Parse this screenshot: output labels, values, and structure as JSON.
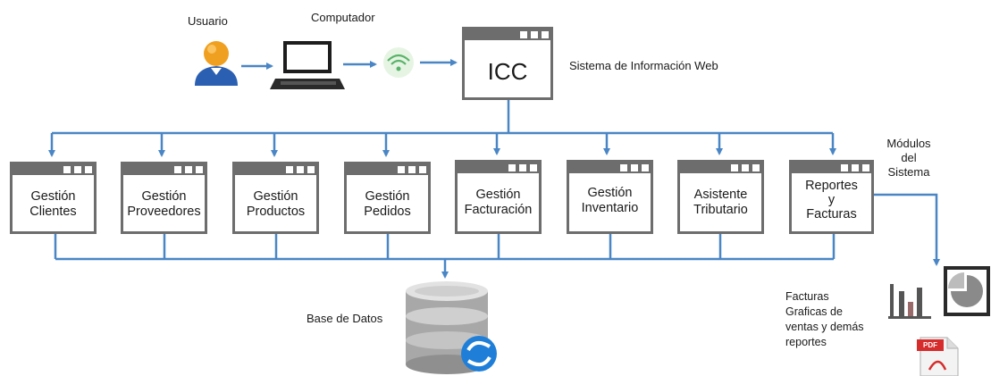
{
  "top": {
    "user_label": "Usuario",
    "computer_label": "Computador",
    "icc_label": "ICC",
    "system_label": "Sistema de Información Web"
  },
  "modules_header": [
    "Módulos",
    "del",
    "Sistema"
  ],
  "modules": [
    {
      "lines": [
        "Gestión",
        "Clientes"
      ]
    },
    {
      "lines": [
        "Gestión",
        "Proveedores"
      ]
    },
    {
      "lines": [
        "Gestión",
        "Productos"
      ]
    },
    {
      "lines": [
        "Gestión",
        "Pedidos"
      ]
    },
    {
      "lines": [
        "Gestión",
        "Facturación"
      ]
    },
    {
      "lines": [
        "Gestión",
        "Inventario"
      ]
    },
    {
      "lines": [
        "Asistente",
        "Tributario"
      ]
    },
    {
      "lines": [
        "Reportes",
        "y",
        "Facturas"
      ]
    }
  ],
  "database_label": "Base de Datos",
  "reports_text": [
    "Facturas",
    "Graficas de",
    "ventas y demás",
    "reportes"
  ],
  "pdf_badge": "PDF",
  "colors": {
    "arrow": "#4a86c5",
    "window": "#6d6d6d",
    "pdf_red": "#d62c2c"
  }
}
